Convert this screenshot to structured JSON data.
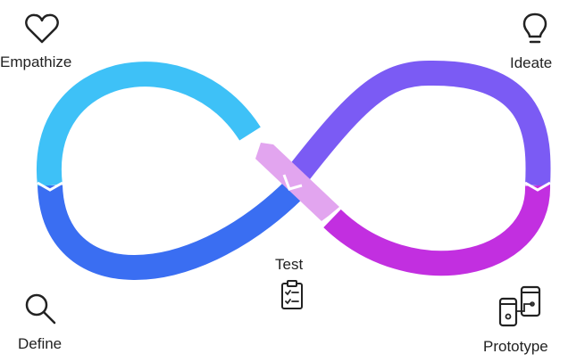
{
  "colors": {
    "empathize": "#3EC1F7",
    "define": "#3A6EF2",
    "ideate": "#7B5BF4",
    "prototype": "#C22FE0",
    "test": "#E2A5EF",
    "label": "#222222",
    "icon": "#222222"
  },
  "stages": [
    {
      "key": "empathize",
      "label": "Empathize",
      "icon": "heart-icon"
    },
    {
      "key": "define",
      "label": "Define",
      "icon": "search-icon"
    },
    {
      "key": "ideate",
      "label": "Ideate",
      "icon": "lightbulb-icon"
    },
    {
      "key": "prototype",
      "label": "Prototype",
      "icon": "devices-icon"
    },
    {
      "key": "test",
      "label": "Test",
      "icon": "clipboard-checklist-icon"
    }
  ]
}
